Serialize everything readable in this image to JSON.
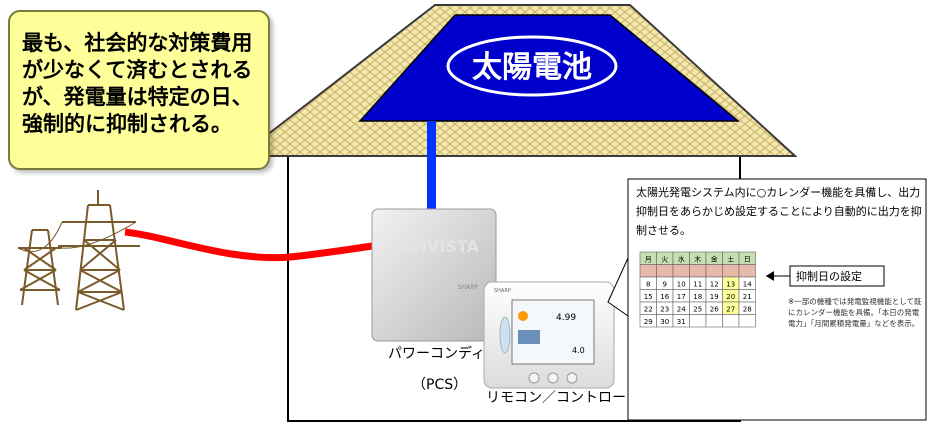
{
  "note": {
    "text": "最も、社会的な対策費用\nが少なくて済むとされる\nが、発電量は特定の日、\n強制的に抑制される。"
  },
  "roof": {
    "solar_label": "太陽電池"
  },
  "pcs": {
    "brand": "SUNVISTA",
    "maker": "SHARP",
    "label": "パワーコンディショナ",
    "sublabel": "（PCS）"
  },
  "remote": {
    "label": "リモコン／コントローラ",
    "maker": "SHARP",
    "screen_value": "4.99",
    "screen_value2": "4.0"
  },
  "callout": {
    "description": "太陽光発電システム内に○カレンダー機能を具備し、出力抑制日をあらかじめ設定することにより自動的に出力を抑制させる。",
    "setting_label": "抑制日の設定",
    "footnote": "※一部の機種では発電監視機能として既にカレンダー機能を具備。「本日の発電電力」「月間累積発電量」などを表示。"
  },
  "calendar": {
    "weekdays": [
      "月",
      "火",
      "水",
      "木",
      "金",
      "土",
      "日"
    ],
    "rows": [
      [
        "",
        "",
        "",
        "",
        "",
        "",
        ""
      ],
      [
        "8",
        "9",
        "10",
        "11",
        "12",
        "13",
        "14"
      ],
      [
        "15",
        "16",
        "17",
        "18",
        "19",
        "20",
        "21"
      ],
      [
        "22",
        "23",
        "24",
        "25",
        "26",
        "27",
        "28"
      ],
      [
        "29",
        "30",
        "31",
        "",
        "",
        "",
        ""
      ]
    ],
    "header_color": "#c6e0b4",
    "highlight_color": "#ffff99",
    "suppressed_row_color": "#e8b8a8"
  },
  "colors": {
    "roof_outline": "#3a3a3a",
    "roof_pattern": "#e0cf88",
    "panel": "#0000cc",
    "dc_cable": "#0033ff",
    "ac_cable": "#ff0000",
    "tower": "#7a5a2a"
  }
}
